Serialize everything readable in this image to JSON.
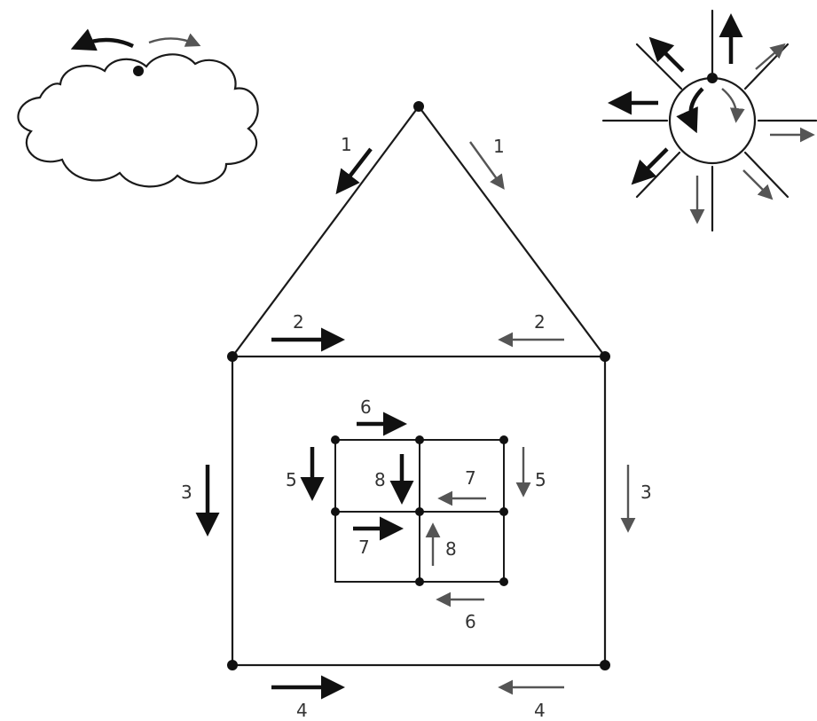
{
  "labels": {
    "roof_left": "1",
    "roof_right": "1",
    "eave_left": "2",
    "eave_right": "2",
    "wall_left": "3",
    "wall_right": "3",
    "floor_left": "4",
    "floor_right": "4",
    "window_left": "5",
    "window_right": "5",
    "window_top": "6",
    "window_bottom": "6",
    "window_mid_right": "7",
    "window_mid_left": "7",
    "window_center_top": "8",
    "window_center_bottom": "8"
  },
  "colors": {
    "stroke": "#1a1a1a",
    "bold_arrow": "#111111",
    "light_arrow": "#555555"
  }
}
